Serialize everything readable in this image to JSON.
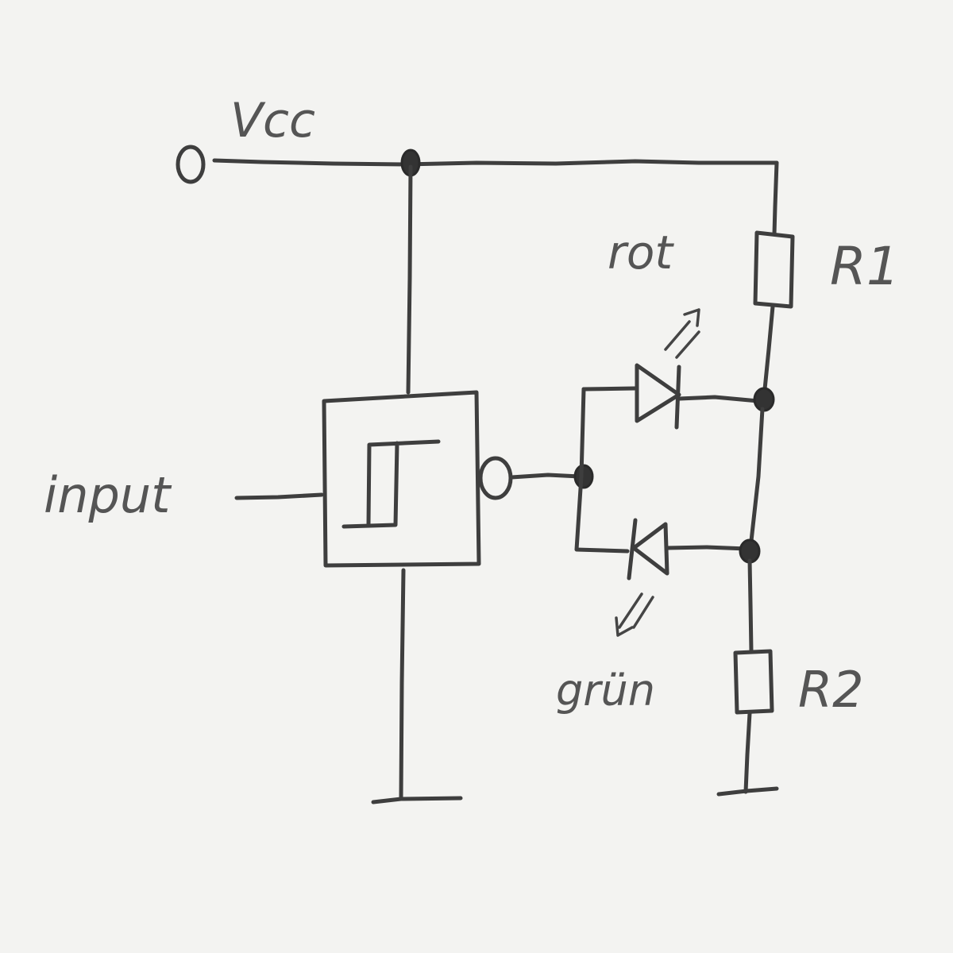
{
  "labels": {
    "vcc": "Vcc",
    "input": "input",
    "red_led": "rot",
    "green_led": "grün",
    "r1": "R1",
    "r2": "R2"
  },
  "colors": {
    "paper": "#f3f3f1",
    "ink": "#3e3e3e",
    "pencil_text": "#555555"
  },
  "components": {
    "terminal": "vcc-terminal",
    "gate": "schmitt-trigger-inverter",
    "led_top": "red-led",
    "led_bottom": "green-led",
    "resistor_top": "resistor-r1",
    "resistor_bottom": "resistor-r2",
    "grounds": [
      "ground-symbol",
      "ground-symbol"
    ]
  }
}
